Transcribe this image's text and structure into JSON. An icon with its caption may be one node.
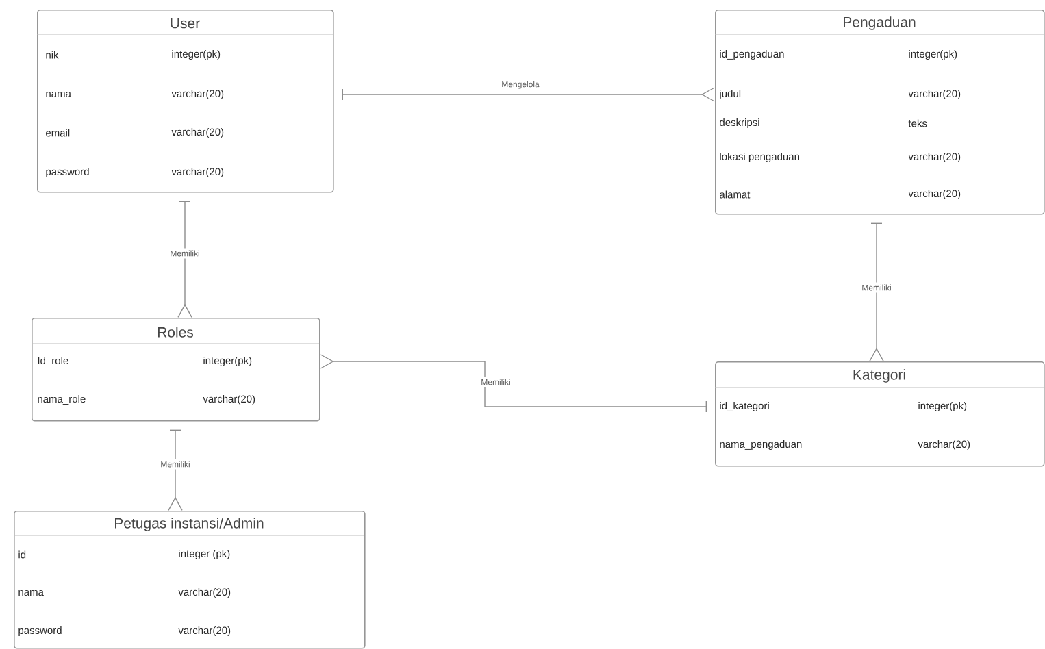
{
  "diagram": {
    "nodes": [
      {
        "text": [
          "User",
          "nik",
          "integer(pk)",
          "nama",
          "varchar(20)",
          "email",
          "varchar(20)",
          "password",
          "varchar(20)"
        ]
      },
      {
        "text": [
          "Pengaduan",
          "id_pengaduan",
          "integer(pk)",
          "judul",
          "varchar(20)",
          "deskripsi",
          "teks",
          "lokasi pengaduan",
          "varchar(20)",
          "alamat",
          "varchar(20)"
        ]
      },
      {
        "text": [
          "Roles",
          "Id_role",
          "integer(pk)",
          "nama_role",
          "varchar(20)"
        ]
      },
      {
        "text": [
          "Kategori",
          "id_kategori",
          "integer(pk)",
          "nama_pengaduan",
          "varchar(20)"
        ]
      },
      {
        "text": [
          "Petugas instansi/Admin",
          "id",
          "integer (pk)",
          "nama",
          "varchar(20)",
          "password",
          "varchar(20)"
        ]
      }
    ],
    "edges": [
      {
        "from": 0,
        "to": 1,
        "arrow": "other",
        "label": "Mengelola"
      },
      {
        "from": 0,
        "to": 2,
        "arrow": "other",
        "label": "Memiliki"
      },
      {
        "from": 1,
        "to": 3,
        "arrow": "other",
        "label": "Memiliki"
      },
      {
        "from": 3,
        "to": 2,
        "arrow": "other",
        "label": "Memiliki"
      },
      {
        "from": 2,
        "to": 4,
        "arrow": "other",
        "label": "Memiliki"
      }
    ]
  }
}
